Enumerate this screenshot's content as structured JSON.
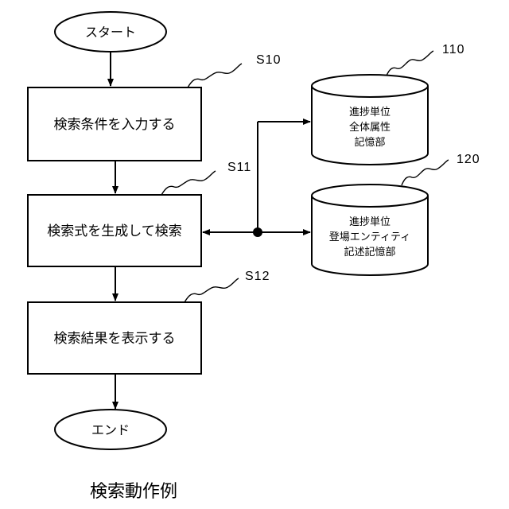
{
  "flow": {
    "start": "スタート",
    "end": "エンド",
    "steps": [
      {
        "ref": "S10",
        "text": "検索条件を入力する"
      },
      {
        "ref": "S11",
        "text": "検索式を生成して検索"
      },
      {
        "ref": "S12",
        "text": "検索結果を表示する"
      }
    ]
  },
  "databases": [
    {
      "ref": "110",
      "lines": [
        "進捗単位",
        "全体属性",
        "記憶部"
      ]
    },
    {
      "ref": "120",
      "lines": [
        "進捗単位",
        "登場エンティティ",
        "記述記憶部"
      ]
    }
  ],
  "caption": "検索動作例"
}
